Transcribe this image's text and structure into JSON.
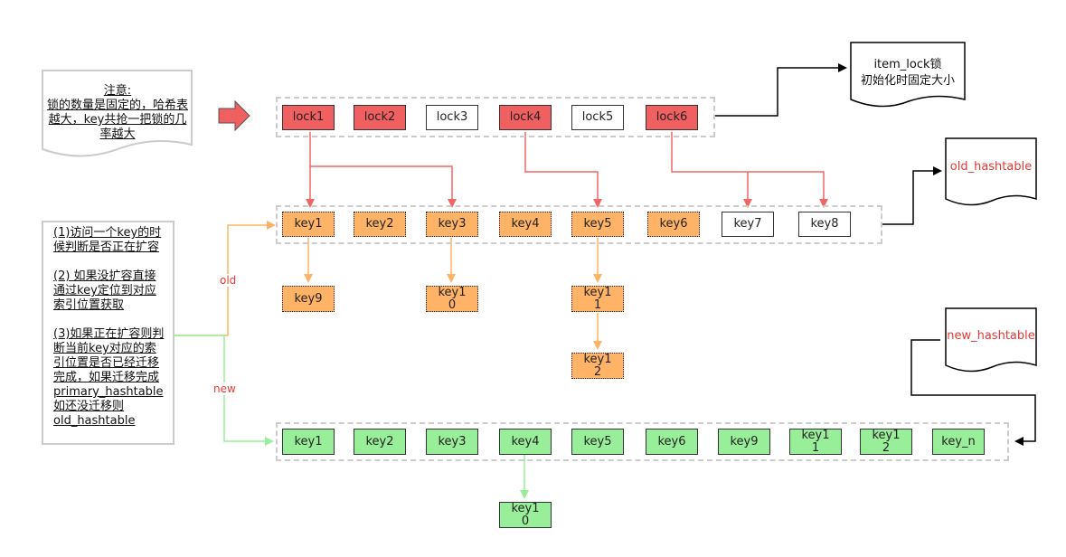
{
  "note1": {
    "lines": [
      "注意:",
      "锁的数量是固定的，哈希表",
      "越大，key共抢一把锁的几",
      "率越大"
    ]
  },
  "note2": {
    "lines": [
      "(1)访问一个key的时",
      "候判断是否正在扩容",
      "",
      "(2) 如果没扩容直接",
      "通过key定位到对应",
      "索引位置获取",
      "",
      "(3)如果正在扩容则判",
      "断当前key对应的索",
      "引位置是否已经迁移",
      "完成，如果迁移完成",
      "primary_hashtable",
      " 如还没迁移则",
      "old_hashtable "
    ]
  },
  "locks": [
    "lock1",
    "lock2",
    "lock3",
    "lock4",
    "lock5",
    "lock6"
  ],
  "item_lock": {
    "line1": "item_lock锁",
    "line2": "初始化时固定大小"
  },
  "old_hashtable_label": "old_hashtable",
  "new_hashtable_label": "new_hashtable",
  "old_keys": [
    "key1",
    "key2",
    "key3",
    "key4",
    "key5",
    "key6",
    "key7",
    "key8"
  ],
  "old_chain": {
    "key9": "key9",
    "key10": "key1\n0",
    "key11": "key1\n1",
    "key12": "key1\n2"
  },
  "new_keys": [
    "key1",
    "key2",
    "key3",
    "key4",
    "key5",
    "key6",
    "key9",
    "key1\n1",
    "key1\n2",
    "key_n"
  ],
  "new_chain": {
    "key10": "key1\n0"
  },
  "edge_labels": {
    "old": "old",
    "new": "new"
  },
  "colors": {
    "lock": "#f06060",
    "old_key": "#ffb366",
    "new_key": "#99ee99",
    "red_line": "#f06666",
    "orange_line": "#ffb366",
    "green_line": "#99ee99",
    "red_text": "#e53935"
  }
}
